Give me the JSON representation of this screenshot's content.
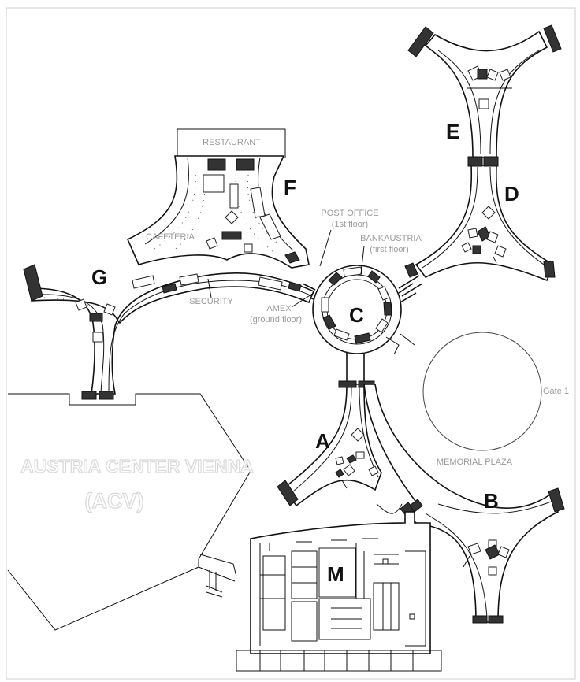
{
  "buildings": {
    "A": "A",
    "B": "B",
    "C": "C",
    "D": "D",
    "E": "E",
    "F": "F",
    "G": "G",
    "M": "M"
  },
  "labels": {
    "restaurant": "RESTAURANT",
    "cafeteria": "CAFETERIA",
    "security": "SECURITY",
    "post_office": "POST OFFICE",
    "post_office_floor": "(1st floor)",
    "bank": "BANKAUSTRIA",
    "bank_floor": "(first floor)",
    "amex": "AMEX",
    "amex_floor": "(ground floor)",
    "gate": "Gate 1",
    "memorial_plaza": "MEMORIAL PLAZA",
    "acv_line1": "AUSTRIA CENTER VIENNA",
    "acv_line2": "(ACV)"
  },
  "colors": {
    "line": "#111111",
    "label_gray": "#9a9a9a",
    "background": "#ffffff"
  }
}
